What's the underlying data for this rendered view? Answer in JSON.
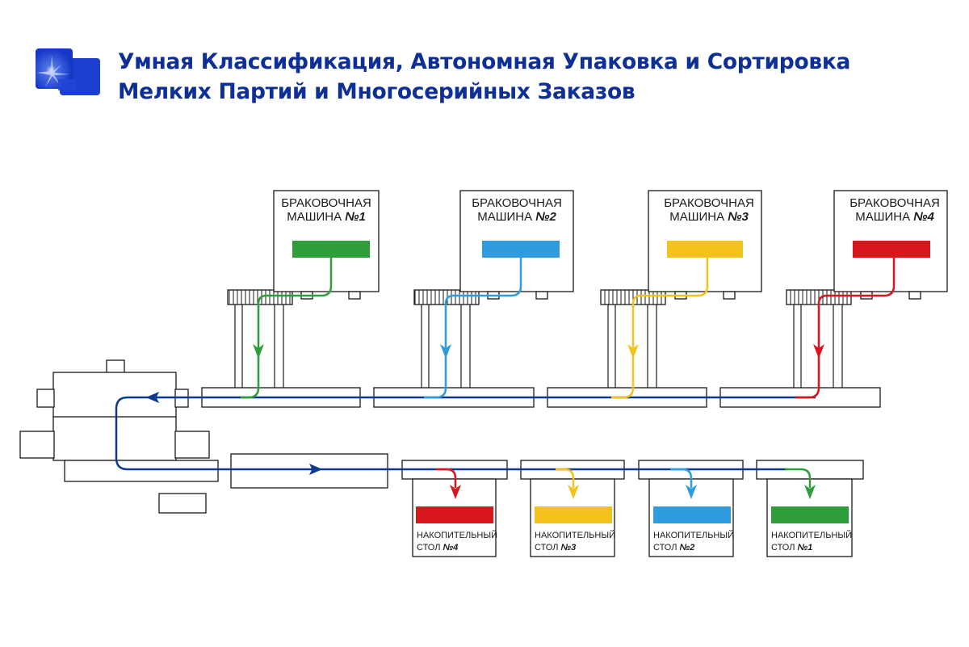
{
  "header": {
    "title_line1": "Умная Классификация, Автономная Упаковка и Сортировка",
    "title_line2": "Мелких Партий и Многосерийных Заказов",
    "title_color": "#0d2f96"
  },
  "machines": [
    {
      "line1": "БРАКОВОЧНАЯ",
      "line2": "МАШИНА ",
      "num": "№1",
      "color": "#2e9e3a"
    },
    {
      "line1": "БРАКОВОЧНАЯ",
      "line2": "МАШИНА ",
      "num": "№2",
      "color": "#2f9ce0"
    },
    {
      "line1": "БРАКОВОЧНАЯ",
      "line2": "МАШИНА ",
      "num": "№3",
      "color": "#f3c21d"
    },
    {
      "line1": "БРАКОВОЧНАЯ",
      "line2": "МАШИНА ",
      "num": "№4",
      "color": "#d9161c"
    }
  ],
  "tables": [
    {
      "line1": "НАКОПИТЕЛЬНЫЙ",
      "line2": "СТОЛ ",
      "num": "№4",
      "color": "#d9161c"
    },
    {
      "line1": "НАКОПИТЕЛЬНЫЙ",
      "line2": "СТОЛ ",
      "num": "№3",
      "color": "#f3c21d"
    },
    {
      "line1": "НАКОПИТЕЛЬНЫЙ",
      "line2": "СТОЛ ",
      "num": "№2",
      "color": "#2f9ce0"
    },
    {
      "line1": "НАКОПИТЕЛЬНЫЙ",
      "line2": "СТОЛ ",
      "num": "№1",
      "color": "#2e9e3a"
    }
  ],
  "main_flow_color": "#0d3a8f"
}
